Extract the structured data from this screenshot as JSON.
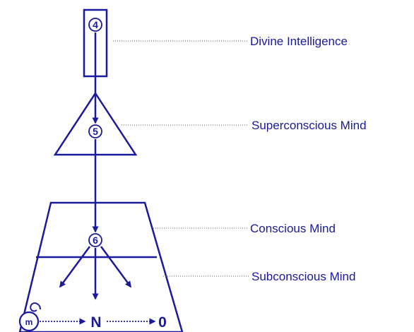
{
  "labels": {
    "divine": "Divine Intelligence",
    "superconscious": "Superconscious Mind",
    "conscious": "Conscious Mind",
    "subconscious": "Subconscious Mind"
  },
  "nodes": {
    "n4": "4",
    "n5": "5",
    "n6": "6",
    "m": "m",
    "n": "N",
    "zero": "0"
  },
  "colors": {
    "ink": "#1a1a9c"
  }
}
